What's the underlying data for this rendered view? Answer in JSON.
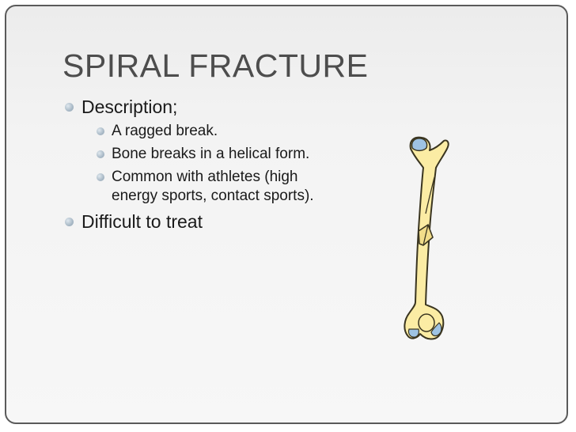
{
  "slide": {
    "title": "SPIRAL FRACTURE",
    "bullets": [
      {
        "text": "Description;",
        "sub": [
          "A ragged break.",
          "Bone breaks in a helical form.",
          "Common with athletes (high energy sports, contact sports)."
        ]
      },
      {
        "text": "Difficult to treat"
      }
    ]
  },
  "illustration": {
    "icon": "femur-spiral-fracture-illustration",
    "colors": {
      "bone": "#fbeca4",
      "cartilage": "#9ec3e3",
      "outline": "#3a3520"
    }
  }
}
